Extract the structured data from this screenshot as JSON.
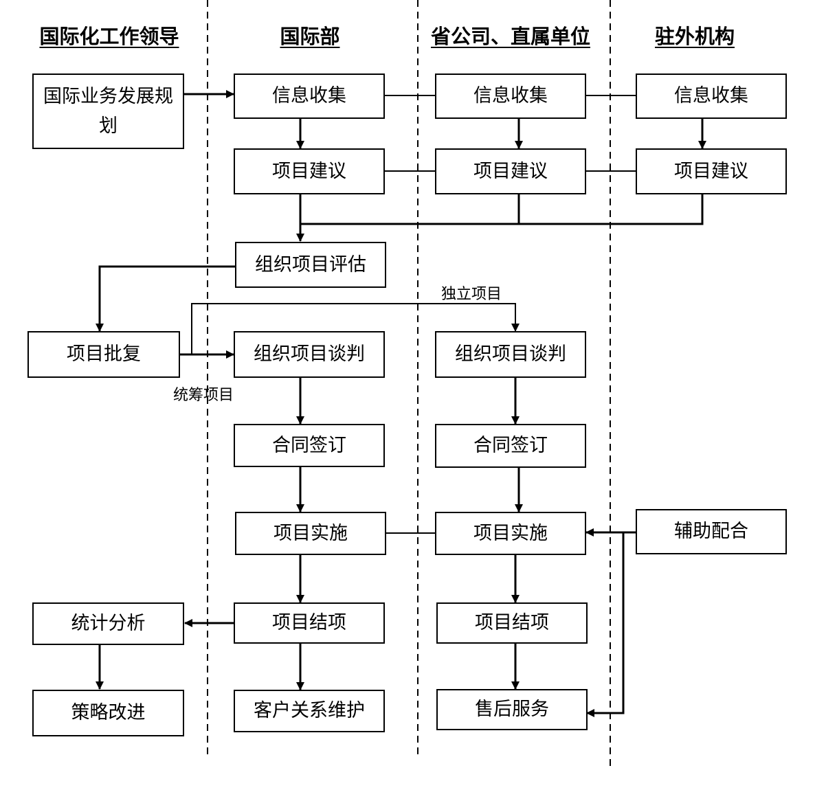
{
  "headers": {
    "leadership": "国际化工作领导",
    "intl_dept": "国际部",
    "provincial": "省公司、直属单位",
    "overseas": "驻外机构"
  },
  "boxes": {
    "intl_plan": "国际业务发展规划",
    "intl_info": "信息收集",
    "prov_info": "信息收集",
    "over_info": "信息收集",
    "intl_proposal": "项目建议",
    "prov_proposal": "项目建议",
    "over_proposal": "项目建议",
    "org_eval": "组织项目评估",
    "approval": "项目批复",
    "intl_negotiate": "组织项目谈判",
    "prov_negotiate": "组织项目谈判",
    "intl_contract": "合同签订",
    "prov_contract": "合同签订",
    "intl_implement": "项目实施",
    "prov_implement": "项目实施",
    "assist": "辅助配合",
    "stats": "统计分析",
    "intl_close": "项目结项",
    "prov_close": "项目结项",
    "strategy": "策略改进",
    "crm": "客户关系维护",
    "after_sales": "售后服务"
  },
  "labels": {
    "independent": "独立项目",
    "coordinated": "统筹项目"
  }
}
